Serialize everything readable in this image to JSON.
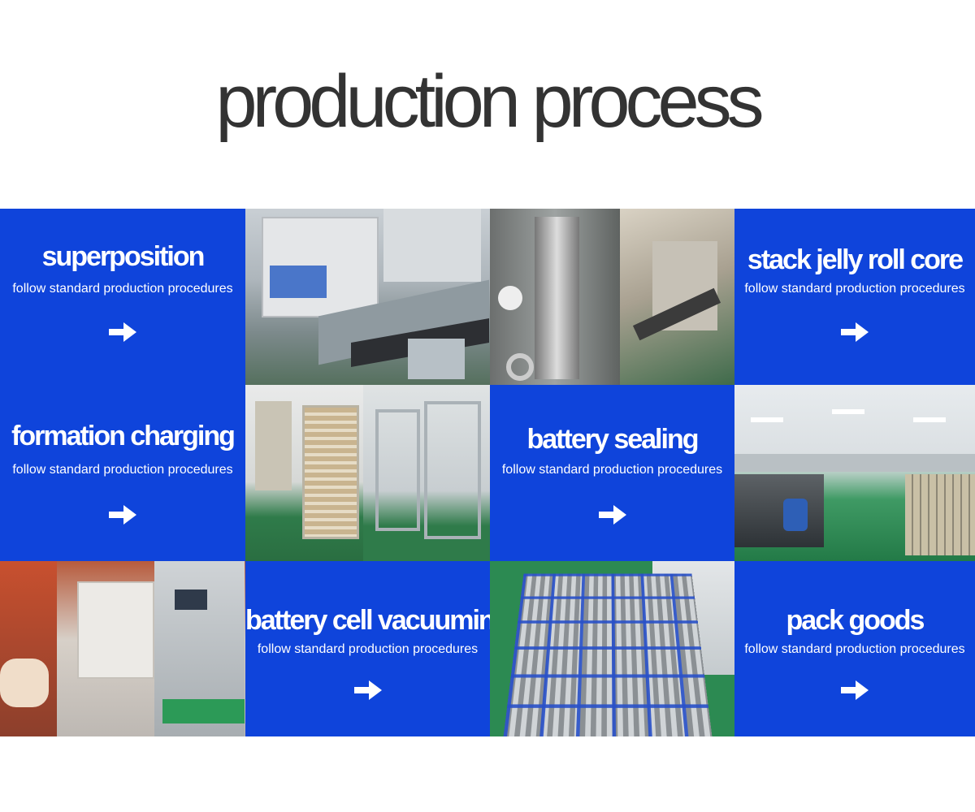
{
  "header": {
    "title": "production process"
  },
  "steps": [
    {
      "title": "superposition",
      "subtitle": "follow standard production procedures",
      "icon": "arrow-right-icon"
    },
    {
      "title": "stack  jelly roll core",
      "subtitle": "follow standard production procedures",
      "icon": "arrow-right-icon"
    },
    {
      "title": "formation charging",
      "subtitle": "follow standard production procedures",
      "icon": "arrow-right-icon"
    },
    {
      "title": "battery sealing",
      "subtitle": "follow standard production procedures",
      "icon": "arrow-right-icon"
    },
    {
      "title": "battery cell vacuuming",
      "subtitle": "follow standard production procedures",
      "icon": "arrow-right-icon"
    },
    {
      "title": "pack goods",
      "subtitle": "follow standard production procedures",
      "icon": "arrow-right-icon"
    }
  ],
  "colors": {
    "tile_blue": "#0f44db",
    "title_gray": "#333333",
    "text_white": "#ffffff"
  }
}
